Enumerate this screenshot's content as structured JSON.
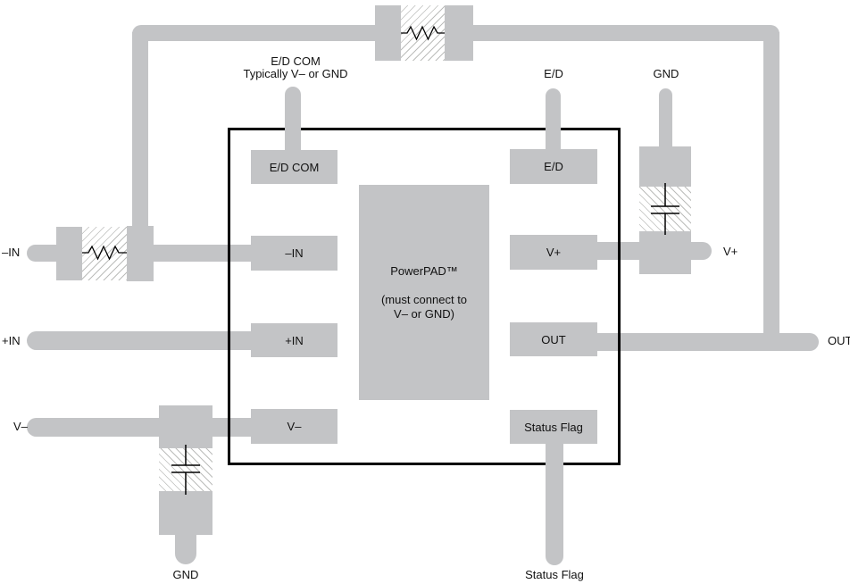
{
  "figure": {
    "type": "pcb-layout-diagram",
    "description": "Op-amp PowerPAD package layout with external components"
  },
  "external_labels": {
    "ed_com_line1": "E/D COM",
    "ed_com_line2": "Typically V– or GND",
    "ed_top": "E/D",
    "gnd_top": "GND",
    "neg_in": "–IN",
    "pos_in": "+IN",
    "v_minus": "V–",
    "v_plus": "V+",
    "out": "OUT",
    "gnd_bottom": "GND",
    "status_flag_bottom": "Status Flag"
  },
  "pins": {
    "ed_com": "E/D COM",
    "neg_in": "–IN",
    "pos_in": "+IN",
    "v_minus": "V–",
    "ed": "E/D",
    "v_plus": "V+",
    "out": "OUT",
    "status_flag": "Status Flag"
  },
  "powerpad": {
    "name": "PowerPAD™",
    "note_line1": "(must connect to",
    "note_line2": "V– or GND)"
  },
  "colors": {
    "trace_gray": "#c3c4c6",
    "outline_black": "#000000",
    "hatch_line_gray": "#bcbdbb",
    "background": "#ffffff"
  }
}
